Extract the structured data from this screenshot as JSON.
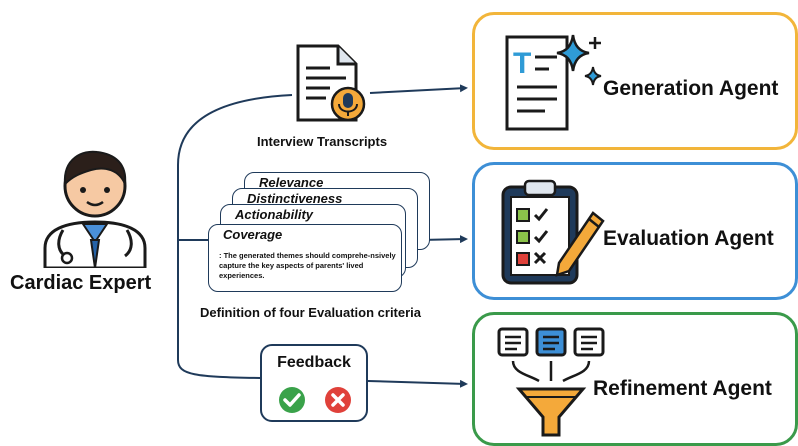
{
  "expert": {
    "label": "Cardiac Expert"
  },
  "transcripts": {
    "label": "Interview Transcripts"
  },
  "criteria": {
    "cards": [
      "Relevance",
      "Distinctiveness",
      "Actionability",
      "Coverage"
    ],
    "coverage_text": ": The generated themes should comprehe-nsively capture the key aspects of parents' lived experiences.",
    "caption": "Definition of four Evaluation criteria"
  },
  "feedback": {
    "label": "Feedback"
  },
  "agents": [
    {
      "label": "Generation Agent",
      "border": "#f2b53a"
    },
    {
      "label": "Evaluation Agent",
      "border": "#3d8fd6"
    },
    {
      "label": "Refinement Agent",
      "border": "#3a9a4a"
    }
  ],
  "colors": {
    "line": "#1f3a5a",
    "check": "#3aa24a",
    "cross": "#e0413a",
    "doc_accent": "#2f9bd6",
    "funnel": "#f4a93a"
  },
  "icons": [
    "doctor-icon",
    "transcript-document-icon",
    "microphone-icon",
    "text-sparkle-document-icon",
    "clipboard-checklist-icon",
    "pencil-icon",
    "check-icon",
    "cross-icon",
    "list-cards-icon",
    "funnel-icon"
  ]
}
